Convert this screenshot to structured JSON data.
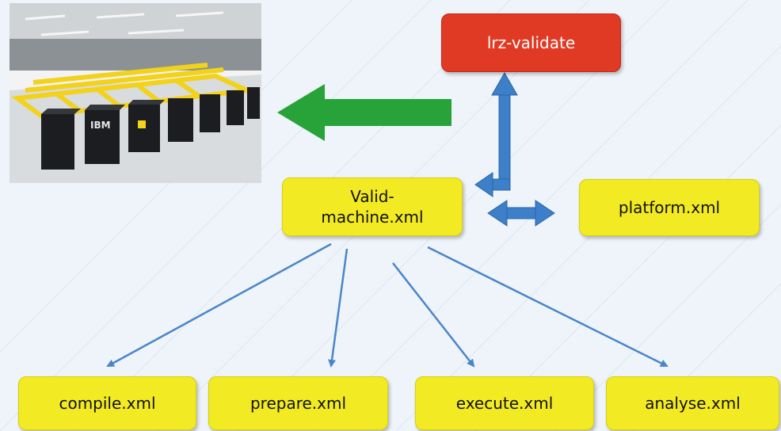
{
  "colors": {
    "node_yellow": "#f2ea22",
    "node_red": "#e03a24",
    "green_arrow": "#27a33a",
    "blue_arrow": "#3d7fc8",
    "background": "#eef4fa"
  },
  "image": {
    "description": "supercomputer hall photo",
    "brand_text": "IBM"
  },
  "nodes": {
    "lrz": "lrz-validate",
    "valid_machine_line1": "Valid-",
    "valid_machine_line2": "machine.xml",
    "platform": "platform.xml",
    "compile": "compile.xml",
    "prepare": "prepare.xml",
    "execute": "execute.xml",
    "analyse": "analyse.xml"
  }
}
